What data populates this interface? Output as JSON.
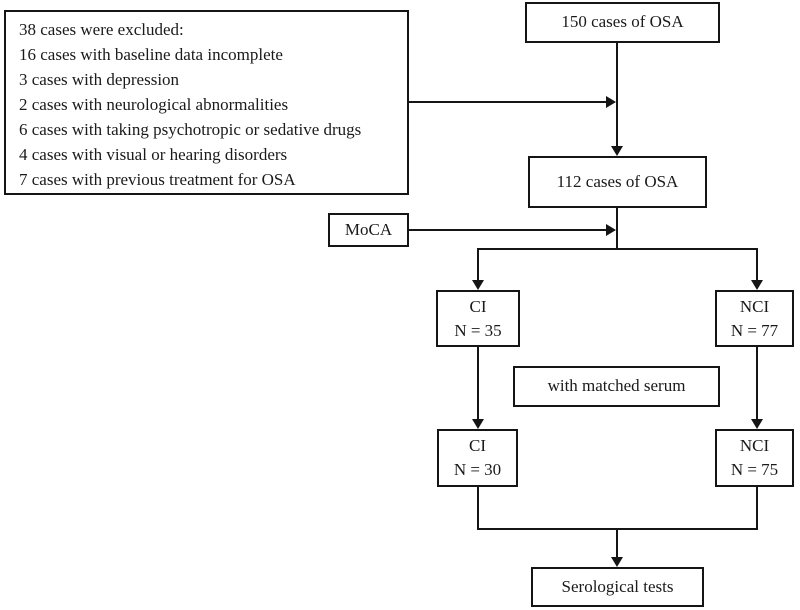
{
  "diagram": {
    "exclusion": {
      "lines": [
        "38 cases were excluded:",
        "16 cases with baseline data incomplete",
        "3 cases with depression",
        "2 cases with neurological abnormalities",
        "6 cases with taking psychotropic or sedative drugs",
        "4 cases with visual or hearing disorders",
        "7 cases with previous treatment for OSA"
      ]
    },
    "nodes": {
      "total_cases": "150 cases of OSA",
      "included_cases": "112 cases of OSA",
      "moca": "MoCA",
      "ci_baseline": {
        "label": "CI",
        "n": "N = 35"
      },
      "nci_baseline": {
        "label": "NCI",
        "n": "N = 77"
      },
      "matched_serum": "with matched serum",
      "ci_serum": {
        "label": "CI",
        "n": "N = 30"
      },
      "nci_serum": {
        "label": "NCI",
        "n": "N = 75"
      },
      "serological_tests": "Serological tests"
    },
    "colors": {
      "line": "#151515",
      "text": "#1a1a1a",
      "background": "#ffffff"
    }
  }
}
